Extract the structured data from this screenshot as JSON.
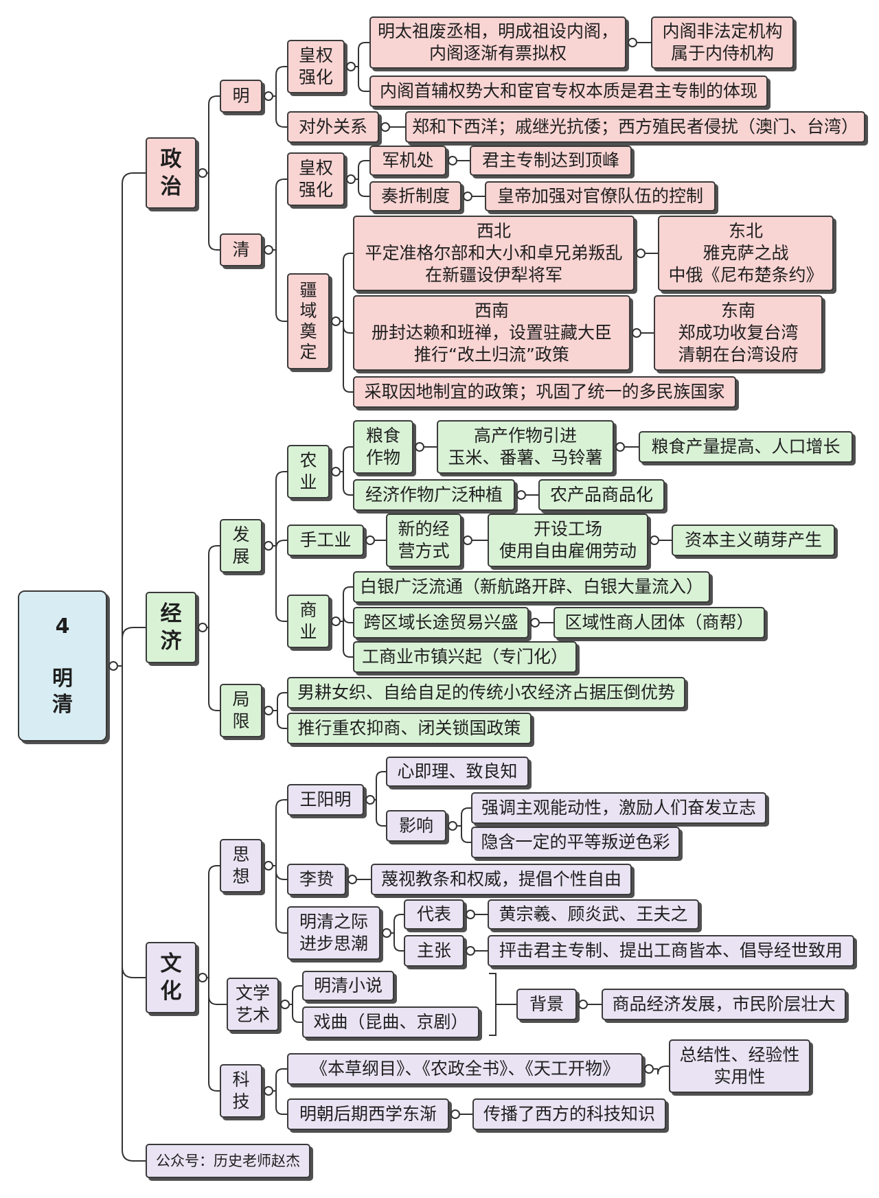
{
  "root": {
    "label": "4\n\n明\n清"
  },
  "branches": {
    "politics": {
      "label": "政\n治"
    },
    "economy": {
      "label": "经\n济"
    },
    "culture": {
      "label": "文\n化"
    }
  },
  "politics": {
    "ming": {
      "label": "明",
      "power": {
        "label": "皇权\n强化",
        "item1": "明太祖废丞相，明成祖设内阁，\n内阁逐渐有票拟权",
        "item1_note": "内阁非法定机构\n属于内侍机构",
        "item2": "内阁首辅权势大和宦官专权本质是君主专制的体现"
      },
      "foreign": {
        "label": "对外关系",
        "detail": "郑和下西洋；戚继光抗倭；西方殖民者侵扰（澳门、台湾）"
      }
    },
    "qing": {
      "label": "清",
      "power": {
        "label": "皇权\n强化",
        "junjichu": "军机处",
        "junjichu_note": "君主专制达到顶峰",
        "zouzhe": "奏折制度",
        "zouzhe_note": "皇帝加强对官僚队伍的控制"
      },
      "territory": {
        "label": "疆\n域\n奠\n定",
        "northwest": "西北\n平定准格尔部和大小和卓兄弟叛乱\n在新疆设伊犁将军",
        "northeast": "东北\n雅克萨之战\n中俄《尼布楚条约》",
        "southwest": "西南\n册封达赖和班禅，设置驻藏大臣\n推行“改土归流”政策",
        "southeast": "东南\n郑成功收复台湾\n清朝在台湾设府",
        "summary": "采取因地制宜的政策；巩固了统一的多民族国家"
      }
    }
  },
  "economy": {
    "development": {
      "label": "发\n展",
      "agriculture": {
        "label": "农\n业",
        "grain": "粮食\n作物",
        "grain_detail": "高产作物引进\n玉米、番薯、马铃薯",
        "grain_result": "粮食产量提高、人口增长",
        "cash": "经济作物广泛种植",
        "cash_result": "农产品商品化"
      },
      "handicraft": {
        "label": "手工业",
        "mode": "新的经\n营方式",
        "mode_detail": "开设工场\n使用自由雇佣劳动",
        "mode_result": "资本主义萌芽产生"
      },
      "commerce": {
        "label": "商\n业",
        "silver": "白银广泛流通（新航路开辟、白银大量流入）",
        "trade": "跨区域长途贸易兴盛",
        "trade_result": "区域性商人团体（商帮）",
        "towns": "工商业市镇兴起（专门化）"
      }
    },
    "limits": {
      "label": "局\n限",
      "item1": "男耕女织、自给自足的传统小农经济占据压倒优势",
      "item2": "推行重农抑商、闭关锁国政策"
    }
  },
  "culture": {
    "thought": {
      "label": "思\n想",
      "wang": {
        "label": "王阳明",
        "idea": "心即理、致良知",
        "influence": "影响",
        "influence1": "强调主观能动性，激励人们奋发立志",
        "influence2": "隐含一定的平等叛逆色彩"
      },
      "li": {
        "label": "李贽",
        "idea": "蔑视教条和权威，提倡个性自由"
      },
      "progressive": {
        "label": "明清之际\n进步思潮",
        "rep": "代表",
        "rep_detail": "黄宗羲、顾炎武、王夫之",
        "claim": "主张",
        "claim_detail": "抨击君主专制、提出工商皆本、倡导经世致用"
      }
    },
    "literature": {
      "label": "文学\n艺术",
      "novel": "明清小说",
      "opera": "戏曲（昆曲、京剧）",
      "background": "背景",
      "background_detail": "商品经济发展，市民阶层壮大"
    },
    "science": {
      "label": "科\n技",
      "books": "《本草纲目》、《农政全书》、《天工开物》",
      "books_note": "总结性、经验性\n实用性",
      "western": "明朝后期西学东渐",
      "western_note": "传播了西方的科技知识"
    }
  },
  "footer": {
    "label": "公众号：历史老师赵杰"
  },
  "colors": {
    "politics_fill": "#f8d4d3",
    "economy_fill": "#d9f2d6",
    "culture_fill": "#e9e3f3",
    "root_fill": "#d8edf3",
    "border": "#3a3a3a"
  }
}
